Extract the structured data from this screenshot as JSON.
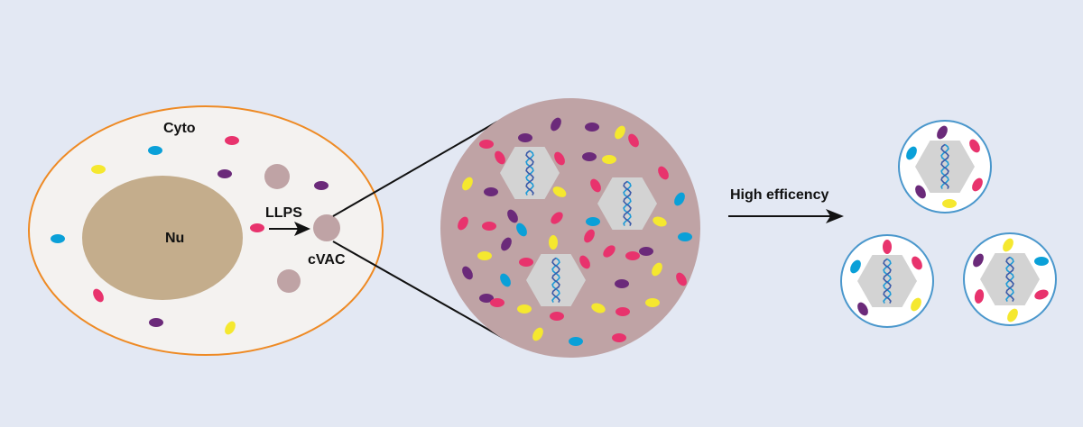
{
  "labels": {
    "cytoplasm": "Cyto",
    "nucleus": "Nu",
    "llps": "LLPS",
    "cvac": "cVAC",
    "high_efficiency": "High efficency"
  },
  "colors": {
    "background": "#e3e8f3",
    "cell_fill": "#f4f2f0",
    "cell_border": "#ee8a24",
    "nucleus": "#c4ad8c",
    "condensate": "#bfa3a5",
    "capsid": "#d3d3d3",
    "virion_border": "#4a97cc",
    "pink": "#e8336d",
    "purple": "#6b2a7a",
    "blue": "#0aa0d8",
    "yellow": "#f5e82f",
    "dna_dark": "#3b5aa8",
    "dna_light": "#1e9ad6"
  }
}
